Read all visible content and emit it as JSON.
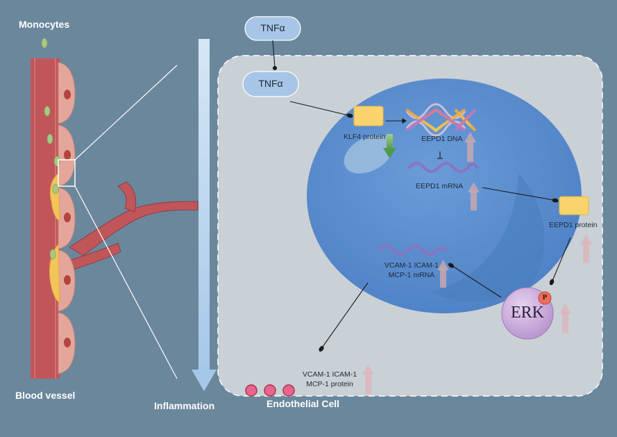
{
  "labels": {
    "monocytes": "Monocytes",
    "blood_vessel": "Blood vessel",
    "inflammation": "Inflammation",
    "endothelial_cell": "Endothelial Cell",
    "tnf_outer": "TNFα",
    "tnf_inner": "TNFα",
    "klf4_protein": "KLF4 protein",
    "eepd1_dna": "EEPD1 DNA",
    "eepd1_mrna": "EEPD1 mRNA",
    "eepd1_protein": "EEPD1 protein",
    "adhesion_mrna_line1": "VCAM-1 ICAM-1",
    "adhesion_mrna_line2": "MCP-1 mRNA",
    "adhesion_protein_line1": "VCAM-1 ICAM-1",
    "adhesion_protein_line2": "MCP-1 protein",
    "erk": "ERK",
    "phospho": "P"
  },
  "colors": {
    "background": "#6b879c",
    "cell_panel": "#c9d0d6",
    "nucleus": "#5b8ccc",
    "vessel": "#c0565a",
    "endothelium": "#e4a69a",
    "monocyte": "#a9c983",
    "tnf_receptor": "#a7c5e6",
    "protein_box": "#f9d36c",
    "up_arrow": "#c7a8ae",
    "down_arrow": "#74a864",
    "erk": "#c9a9d8",
    "phospho_badge": "#ef6d5a",
    "adhesion_dots": "#e8668e"
  },
  "icons": [
    "blood-vessel",
    "monocyte-cells",
    "endothelial-cells",
    "inflammation-arrow",
    "nucleus",
    "dna-helix-icon",
    "mrna-strand-icon",
    "protein-box-icon",
    "erk-kinase-icon",
    "phosphate-badge-icon",
    "up-arrow-icon",
    "down-arrow-icon"
  ]
}
